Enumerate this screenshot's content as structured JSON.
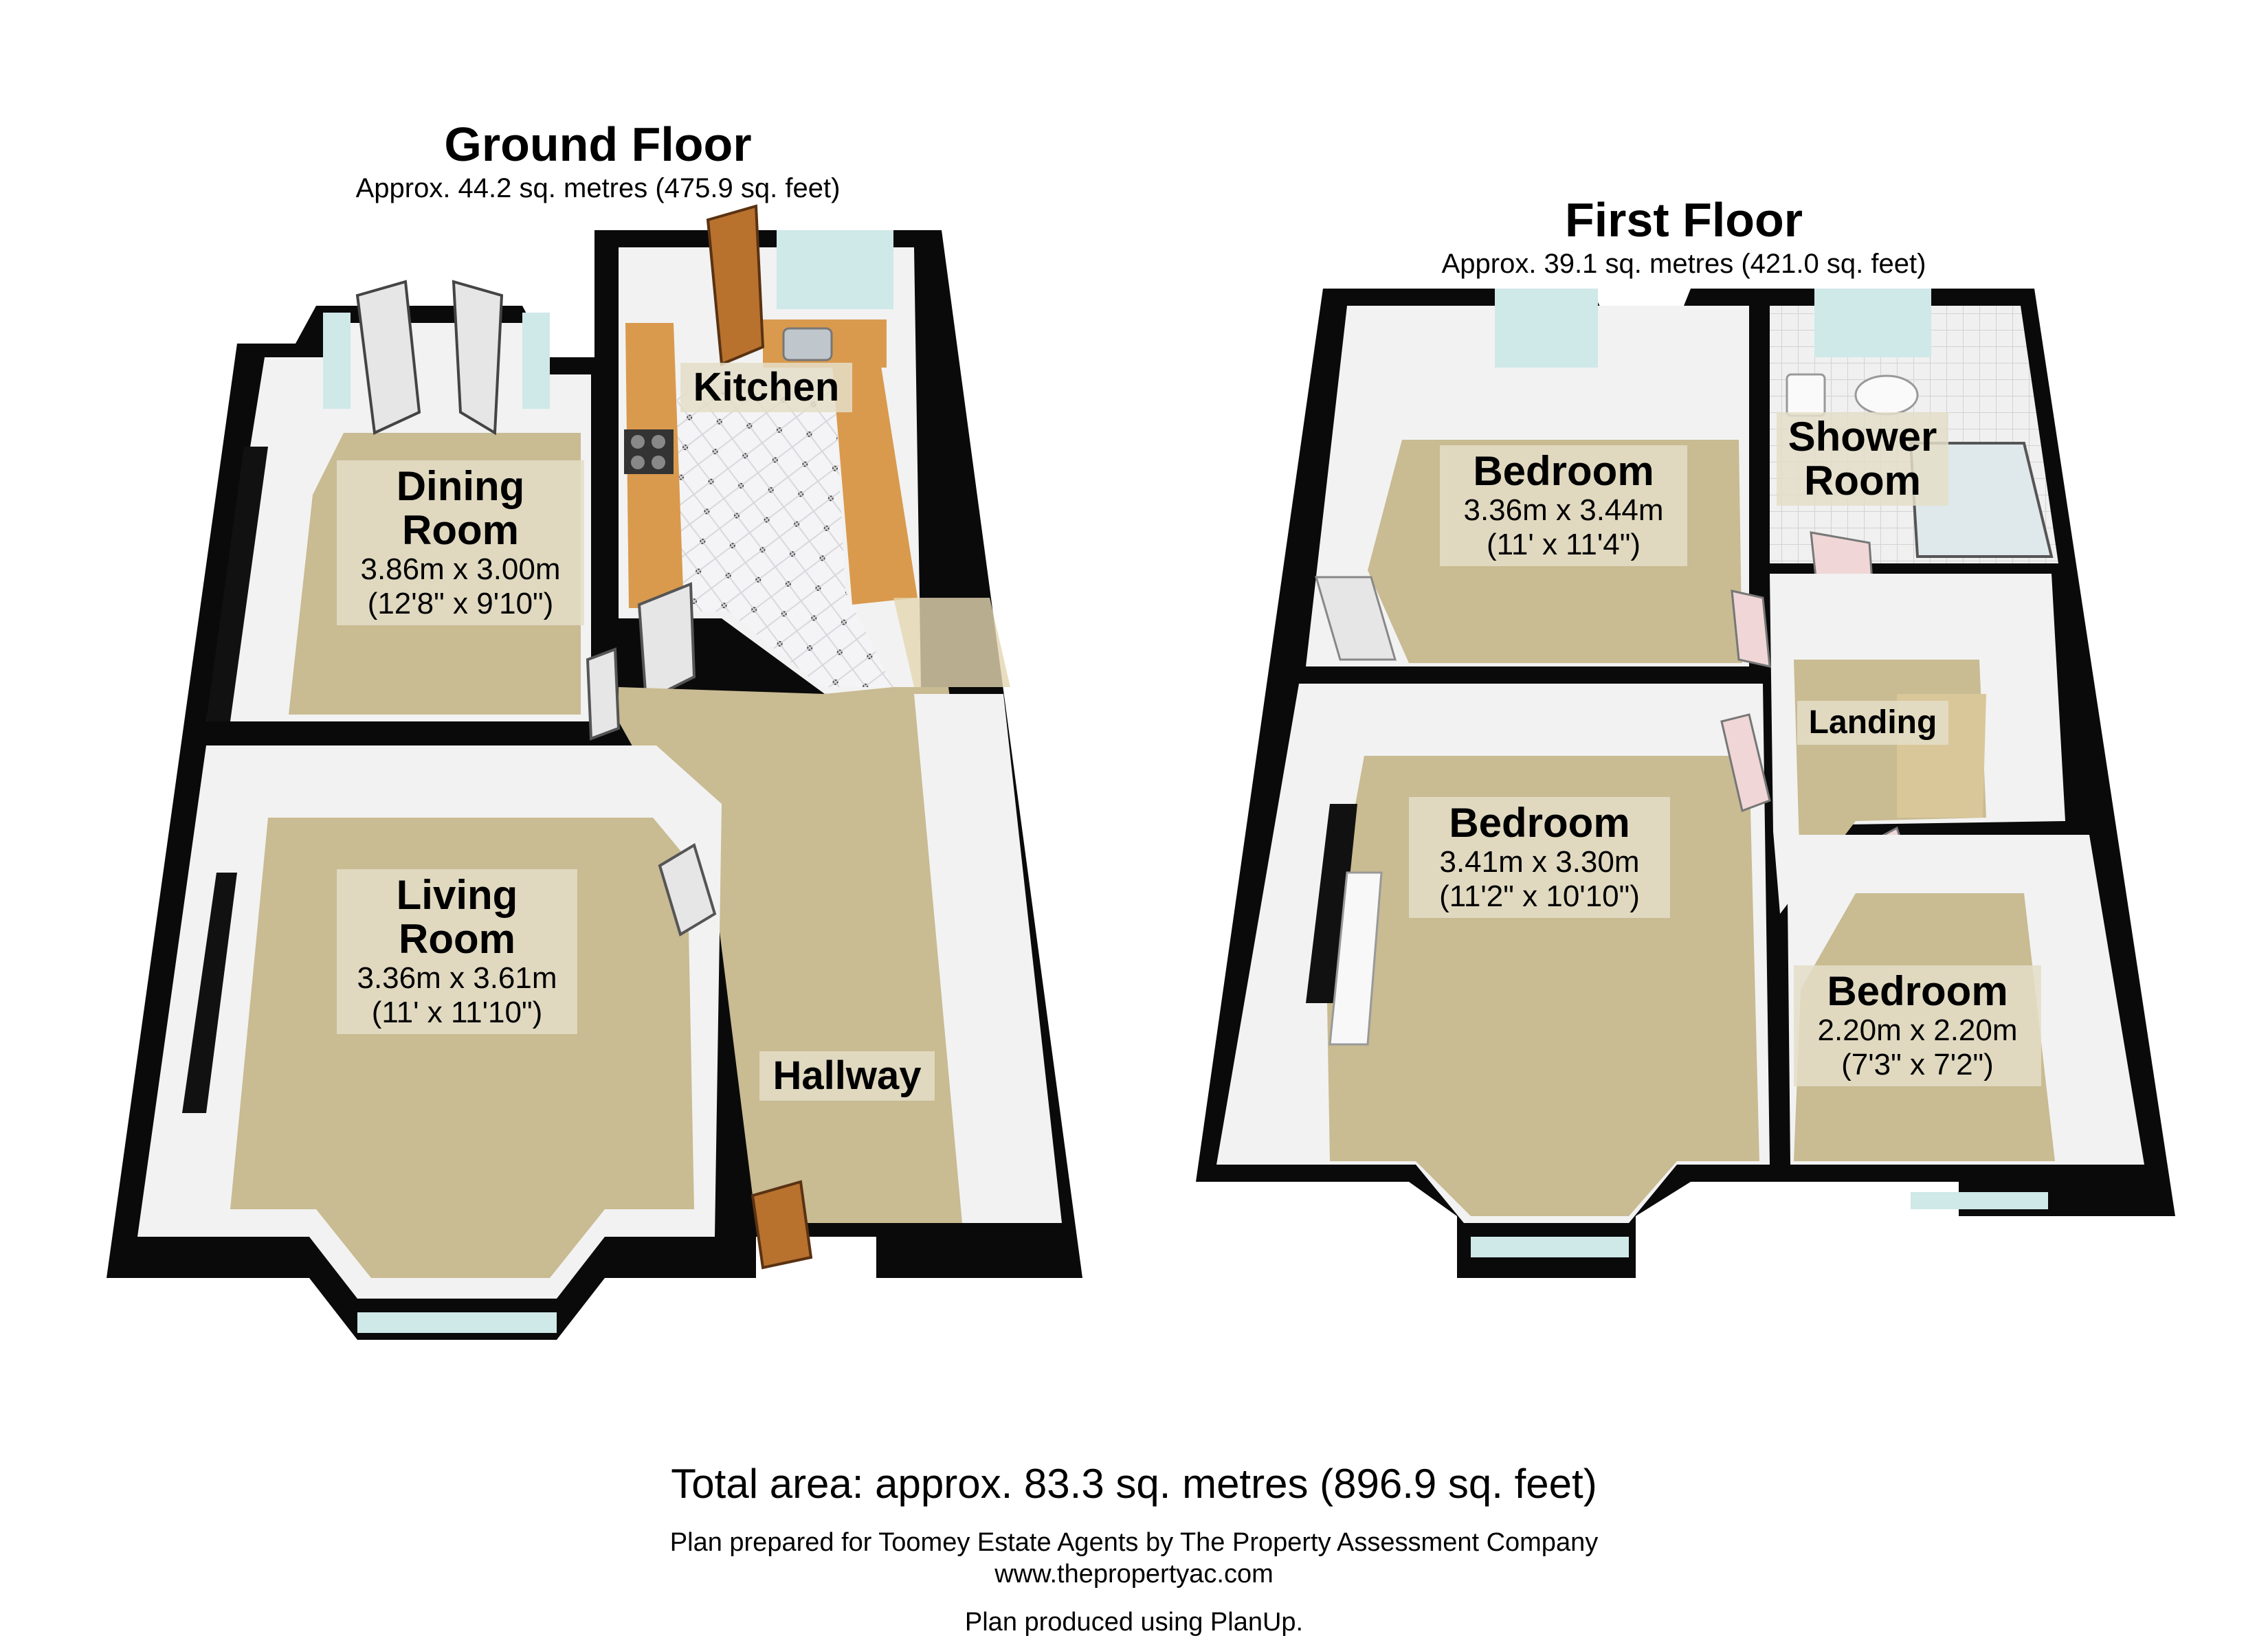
{
  "ground_floor": {
    "title": "Ground Floor",
    "area": "Approx. 44.2 sq. metres (475.9 sq. feet)",
    "rooms": {
      "kitchen": {
        "name": "Kitchen"
      },
      "dining": {
        "name": "Dining Room",
        "line1": "Dining",
        "line2": "Room",
        "metric": "3.86m x 3.00m",
        "imperial": "(12'8\" x 9'10\")"
      },
      "living": {
        "name": "Living Room",
        "line1": "Living",
        "line2": "Room",
        "metric": "3.36m x 3.61m",
        "imperial": "(11' x 11'10\")"
      },
      "hallway": {
        "name": "Hallway"
      }
    }
  },
  "first_floor": {
    "title": "First Floor",
    "area": "Approx. 39.1 sq. metres (421.0 sq. feet)",
    "rooms": {
      "bedroom1": {
        "name": "Bedroom",
        "metric": "3.36m x 3.44m",
        "imperial": "(11' x 11'4\")"
      },
      "shower": {
        "name": "Shower Room",
        "line1": "Shower",
        "line2": "Room"
      },
      "landing": {
        "name": "Landing"
      },
      "bedroom2": {
        "name": "Bedroom",
        "metric": "3.41m x 3.30m",
        "imperial": "(11'2\" x 10'10\")"
      },
      "bedroom3": {
        "name": "Bedroom",
        "metric": "2.20m x 2.20m",
        "imperial": "(7'3\" x 7'2\")"
      }
    }
  },
  "footer": {
    "total": "Total area: approx. 83.3 sq. metres (896.9 sq. feet)",
    "prepared": "Plan prepared for Toomey Estate Agents by The Property Assessment Company",
    "website": "www.thepropertyac.com",
    "produced": "Plan produced using PlanUp."
  },
  "colors": {
    "wall": "#0a0a0a",
    "carpet": "#c9bb92",
    "wall_face": "#f2f2f2",
    "worktop": "#d99a4e",
    "tile_floor": "#f4f4f6",
    "stairs": "#d9c79a",
    "door_wood": "#b8722e",
    "window_glass": "#cfe8e8"
  }
}
